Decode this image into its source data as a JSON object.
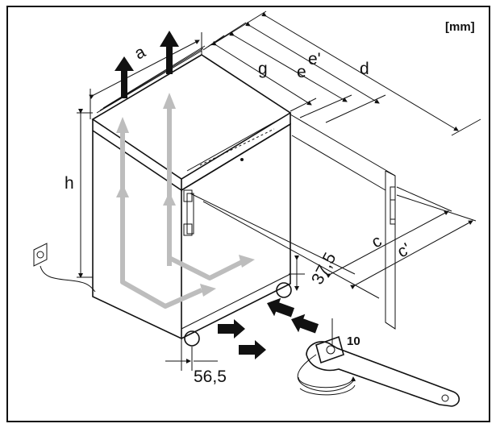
{
  "unit_label": "[mm]",
  "dimension_labels": {
    "a": "a",
    "g": "g",
    "e": "e",
    "e_prime": "e'",
    "d": "d",
    "h": "h",
    "c": "c",
    "c_prime": "c'",
    "offset_rear": "37,5",
    "offset_front": "56,5"
  },
  "wrench_size": "10",
  "colors": {
    "line": "#111111",
    "airflow_arrow": "#bdbdbd",
    "intake_arrow": "#111111",
    "background": "#ffffff"
  }
}
